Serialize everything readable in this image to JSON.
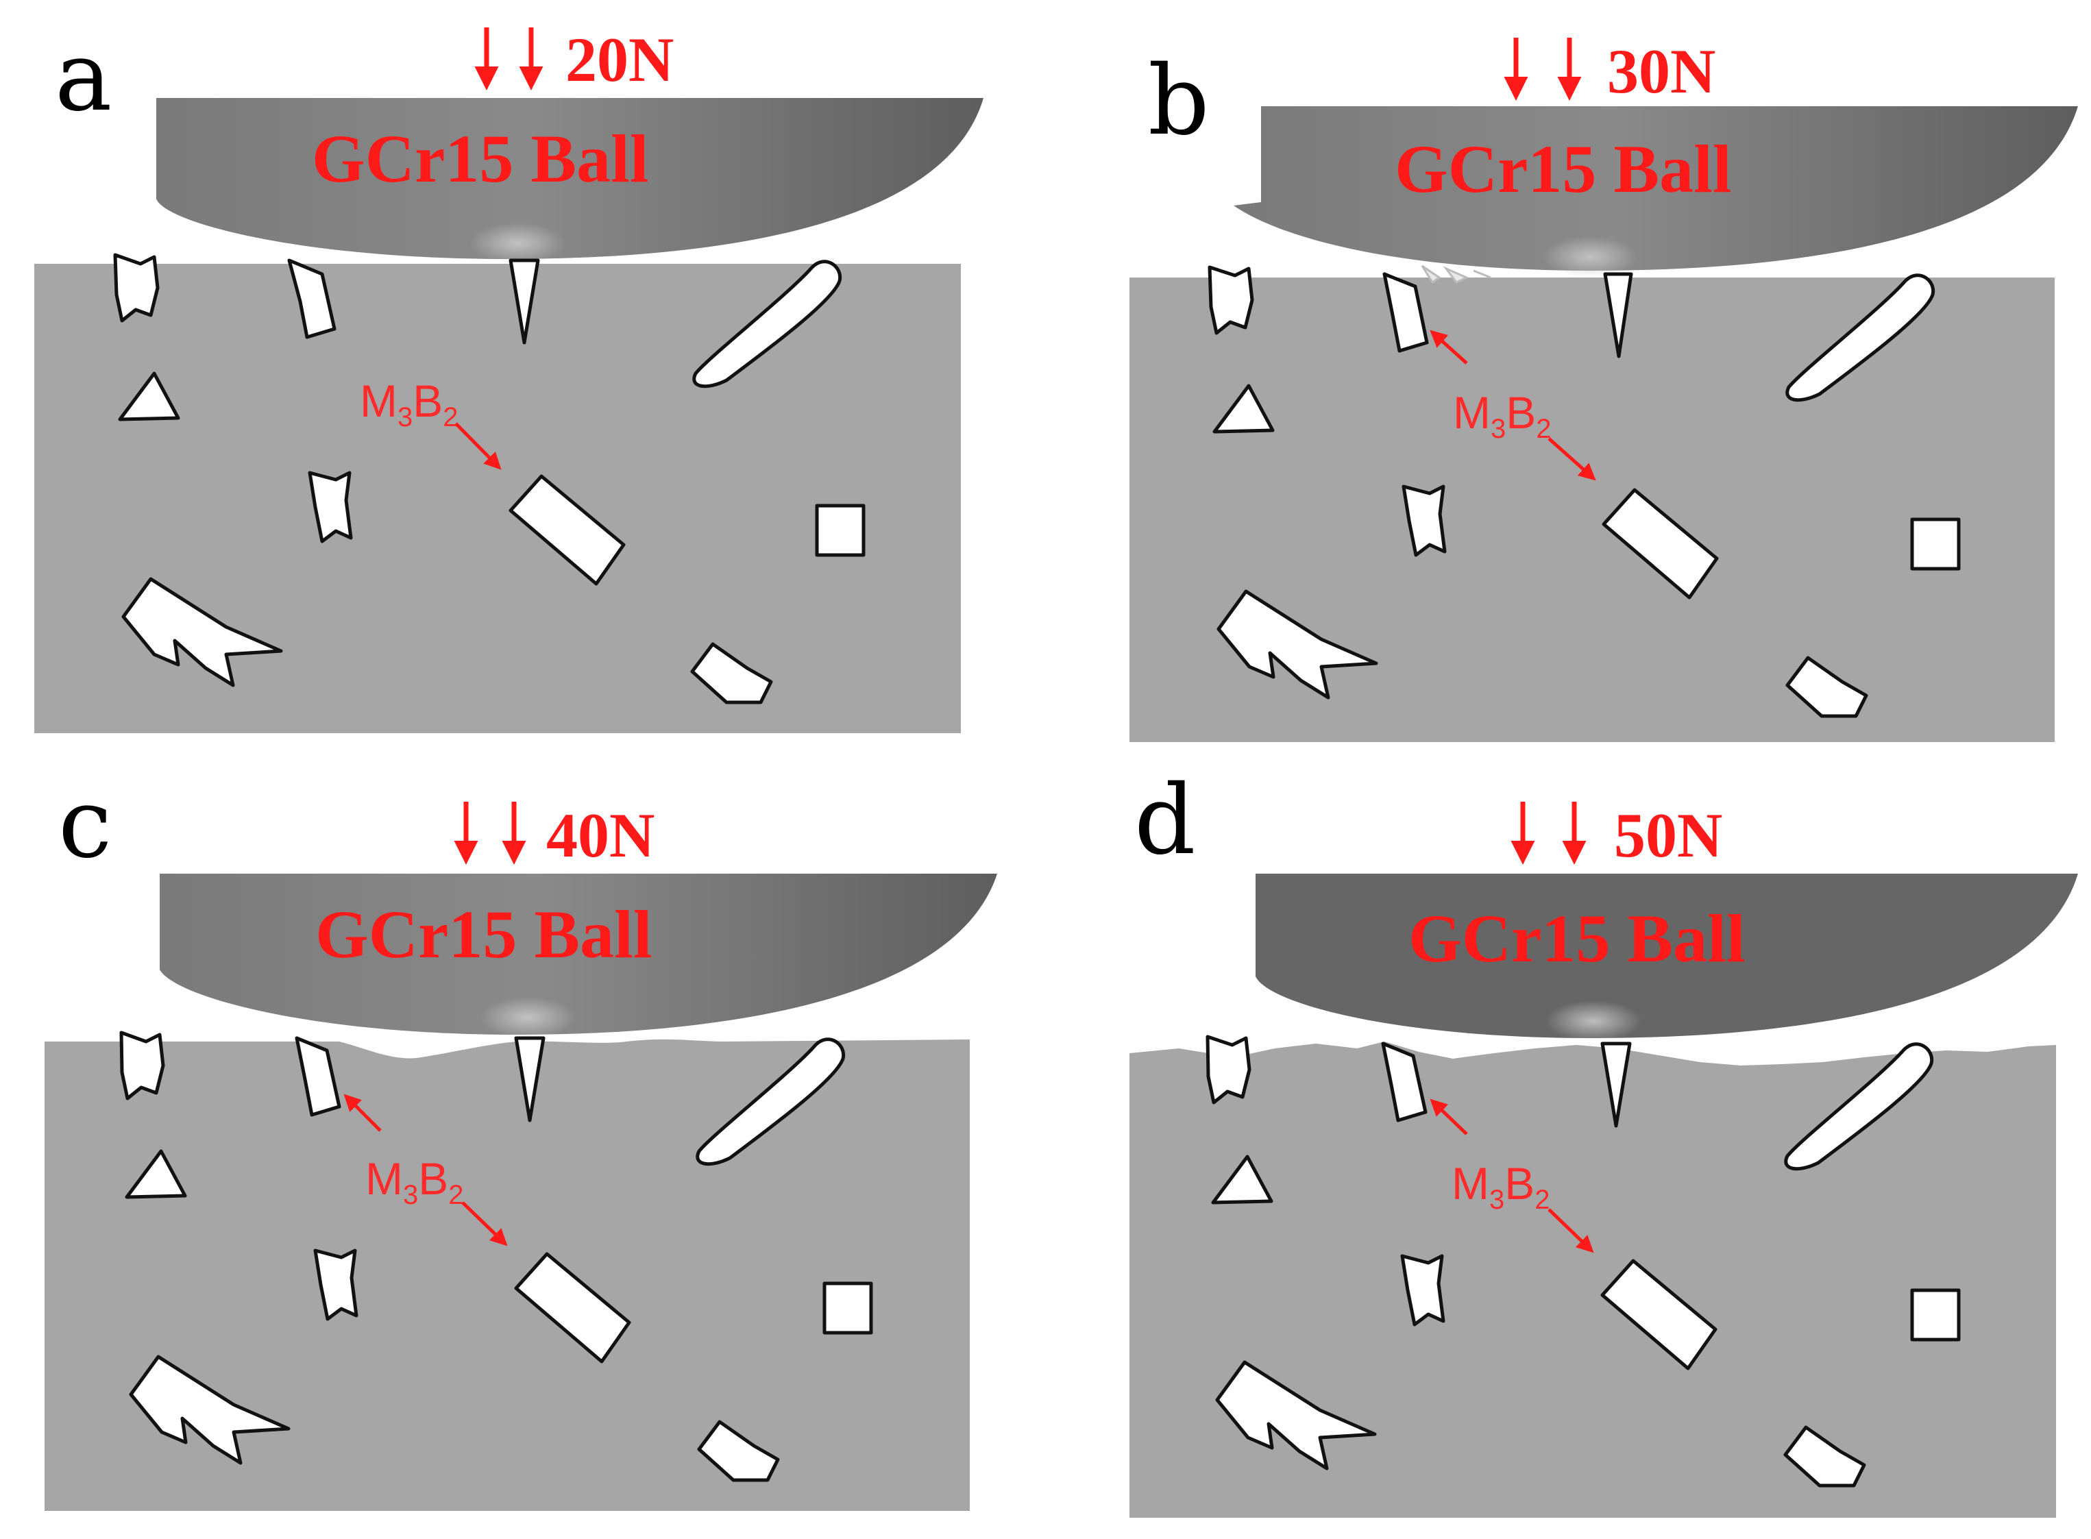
{
  "figure": {
    "ball_label": "GCr15 Ball",
    "phase_label": {
      "main": "M",
      "sub1": "3",
      "mid": "B",
      "sub2": "2"
    },
    "colors": {
      "matrix": "#a6a6a6",
      "ball": "#6f6f6f",
      "annotation": "#ff1a1a",
      "particle_fill": "#ffffff"
    },
    "panels": [
      {
        "letter": "a",
        "load": "20N",
        "surface": "flat",
        "extra_label_arrow": false
      },
      {
        "letter": "b",
        "load": "30N",
        "surface": "flat-with-debris",
        "extra_label_arrow": true
      },
      {
        "letter": "c",
        "load": "40N",
        "surface": "slightly-worn",
        "extra_label_arrow": true
      },
      {
        "letter": "d",
        "load": "50N",
        "surface": "worn",
        "extra_label_arrow": true
      }
    ]
  }
}
